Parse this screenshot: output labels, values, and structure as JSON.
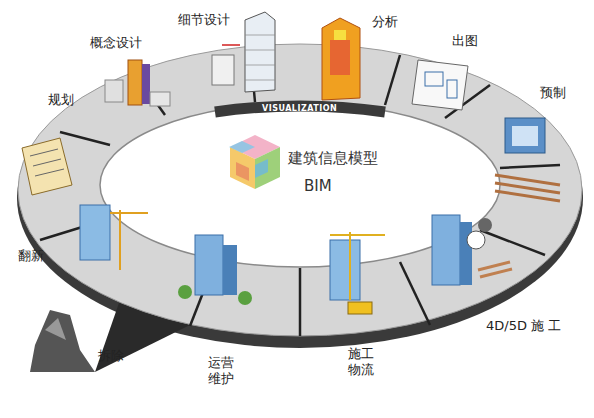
{
  "diagram": {
    "labels": [
      "规划",
      "概念设计",
      "细节设计",
      "分析",
      "出图",
      "预制",
      "4D/5D 施 工",
      "施工 物流",
      "运营 维护",
      "翻新",
      "拆除",
      "VISUALIZATION",
      "建筑信息模型",
      "BIM"
    ]
  }
}
